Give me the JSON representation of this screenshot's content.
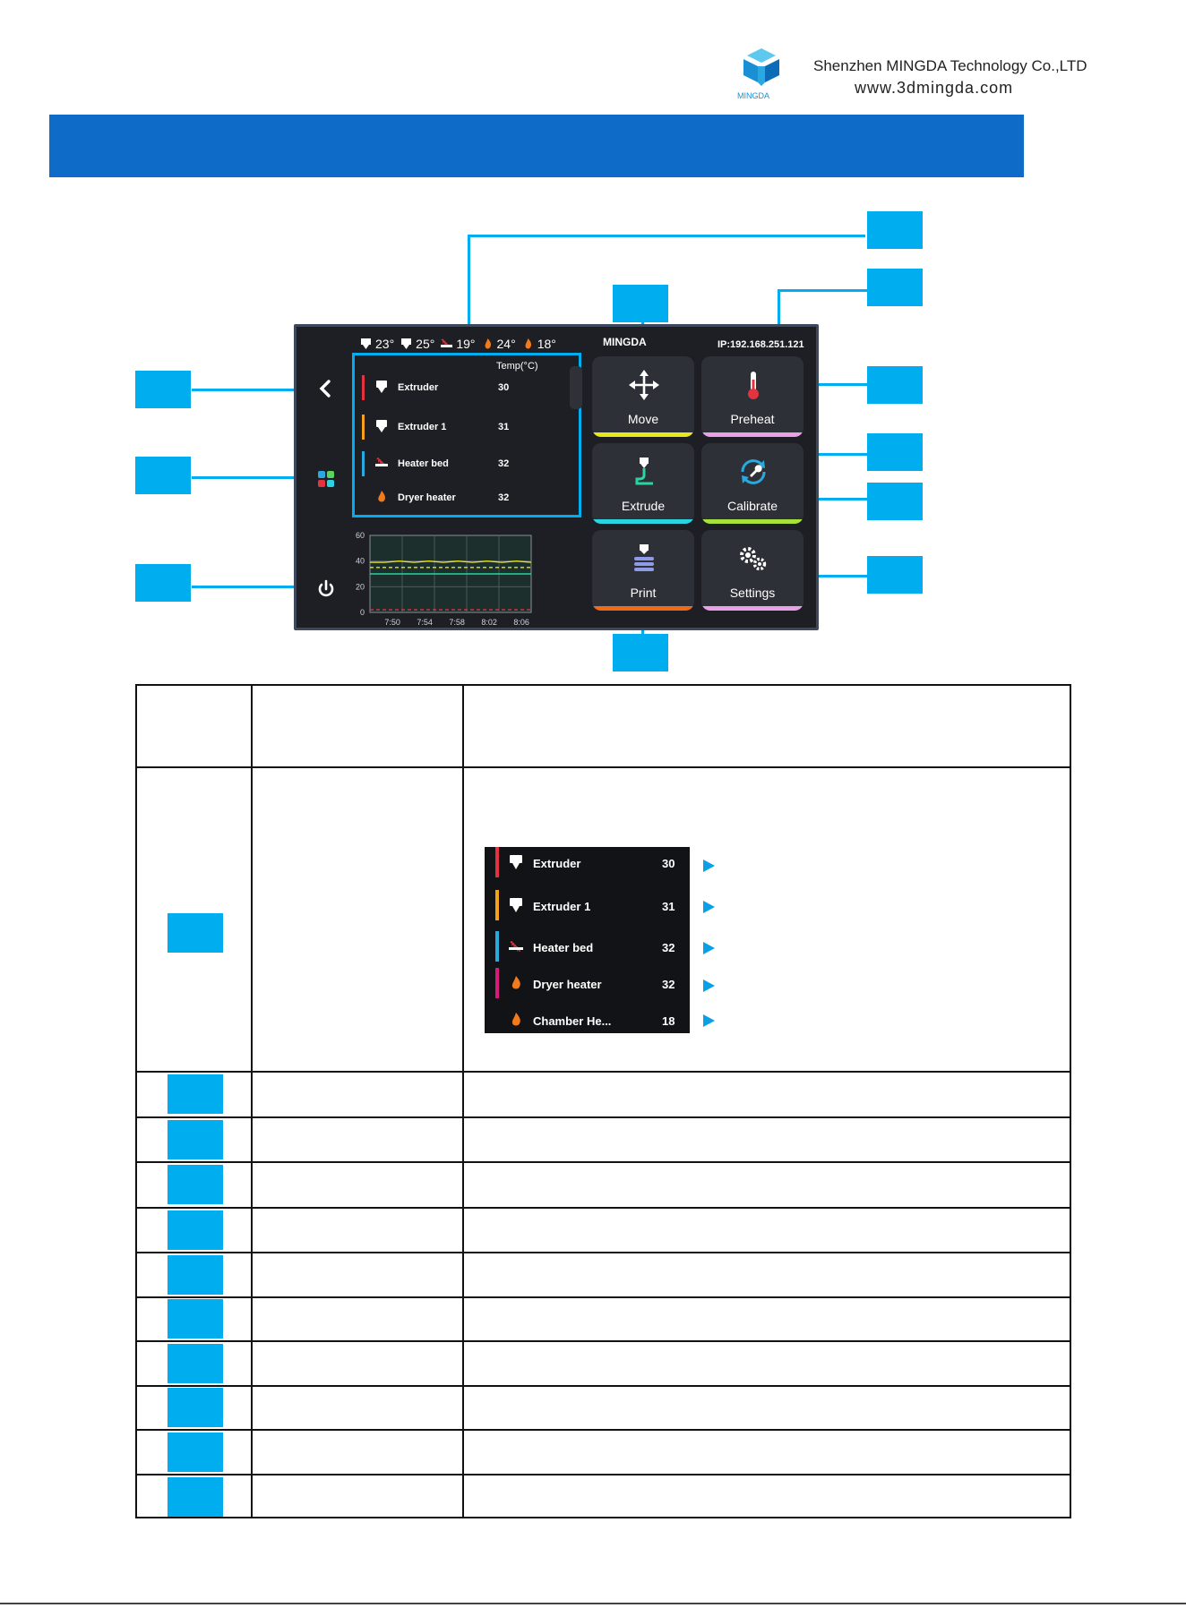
{
  "header": {
    "logo_text": "MINGDA",
    "company": "Shenzhen MINGDA Technology Co.,LTD",
    "website": "www.3dmingda.com",
    "title": ""
  },
  "screen": {
    "status_temps": [
      "23°",
      "25°",
      "19°",
      "24°",
      "18°"
    ],
    "brand": "MINGDA",
    "ip": "IP:192.168.251.121",
    "temp_header": "Temp(°C)",
    "temp_rows": [
      {
        "name": "Extruder",
        "value": "30",
        "color": "#e5323f",
        "icon": "extruder-icon"
      },
      {
        "name": "Extruder 1",
        "value": "31",
        "color": "#f5a11b",
        "icon": "extruder-icon"
      },
      {
        "name": "Heater bed",
        "value": "32",
        "color": "#2aa8e0",
        "icon": "heater-bed-icon"
      },
      {
        "name": "Dryer heater",
        "value": "32",
        "color": "none",
        "icon": "flame-icon"
      }
    ],
    "tiles": [
      {
        "label": "Move",
        "accent": "#e8e61c",
        "icon": "move-icon"
      },
      {
        "label": "Preheat",
        "accent": "#e9a0e6",
        "icon": "thermometer-icon"
      },
      {
        "label": "Extrude",
        "accent": "#2ad4e0",
        "icon": "extrude-icon"
      },
      {
        "label": "Calibrate",
        "accent": "#a6e23a",
        "icon": "calibrate-icon"
      },
      {
        "label": "Print",
        "accent": "#f06a1a",
        "icon": "print-icon"
      },
      {
        "label": "Settings",
        "accent": "#e9a0e6",
        "icon": "gear-icon"
      }
    ],
    "chart": {
      "type": "line",
      "x_ticks": [
        "7:50",
        "7:54",
        "7:58",
        "8:02",
        "8:06"
      ],
      "y_ticks": [
        "60",
        "40",
        "20",
        "0"
      ],
      "ylim": [
        0,
        60
      ],
      "series": [
        {
          "values": [
            39,
            39,
            40,
            39,
            40,
            39,
            40,
            39,
            40,
            39,
            40,
            39
          ],
          "color": "#e8e61c"
        },
        {
          "values": [
            35,
            35,
            35,
            35,
            35,
            35,
            35,
            35,
            35,
            35,
            35,
            35
          ],
          "color": "#e8e61c",
          "dashed": true
        },
        {
          "values": [
            30,
            30,
            30,
            30,
            30,
            30,
            30,
            30,
            30,
            30,
            30,
            30
          ],
          "color": "#2ad4a0"
        },
        {
          "values": [
            2,
            2,
            2,
            2,
            2,
            2,
            2,
            2,
            2,
            2,
            2,
            2
          ],
          "color": "#e5323f",
          "dashed": true
        }
      ]
    }
  },
  "table": {
    "sub_rows": [
      {
        "name": "Extruder",
        "value": "30",
        "color": "#e5323f",
        "icon": "extruder-icon"
      },
      {
        "name": "Extruder 1",
        "value": "31",
        "color": "#f5a11b",
        "icon": "extruder-icon"
      },
      {
        "name": "Heater bed",
        "value": "32",
        "color": "#2aa8e0",
        "icon": "heater-bed-icon"
      },
      {
        "name": "Dryer heater",
        "value": "32",
        "color": "#d81b7a",
        "icon": "flame-icon"
      },
      {
        "name": "Chamber He...",
        "value": "18",
        "color": "none",
        "icon": "flame-icon"
      }
    ]
  }
}
